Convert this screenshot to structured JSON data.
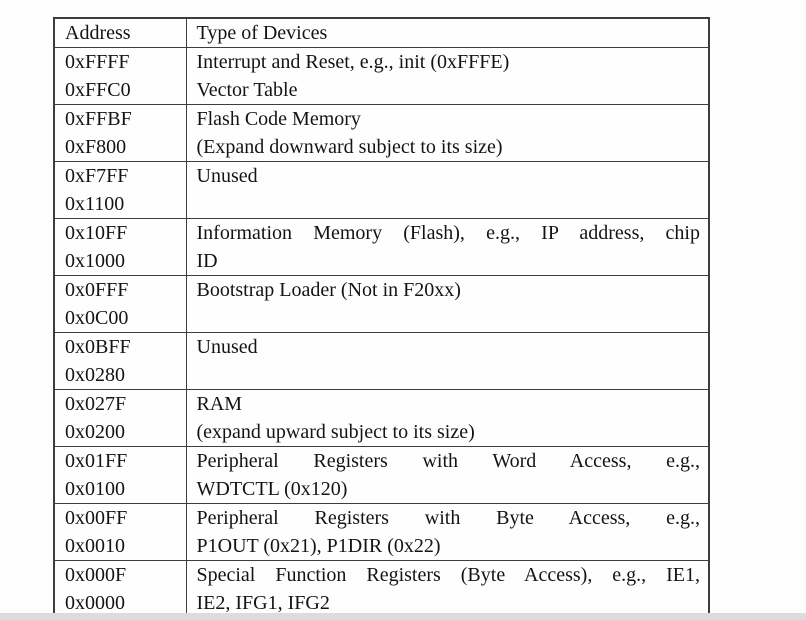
{
  "page": {
    "background_color": "#fefefe",
    "border_color": "#3d3d3d",
    "text_color": "#141414",
    "bottom_strip_color": "#dcdcdc"
  },
  "table": {
    "headers": [
      "Address",
      "Type of Devices"
    ],
    "rows": [
      {
        "address": [
          "0xFFFF",
          "0xFFC0"
        ],
        "device": [
          "Interrupt and Reset, e.g., init (0xFFFE)",
          "Vector Table"
        ],
        "justified": false
      },
      {
        "address": [
          "0xFFBF",
          "0xF800"
        ],
        "device": [
          "Flash Code Memory",
          "(Expand downward subject to its size)"
        ],
        "justified": false
      },
      {
        "address": [
          "0xF7FF",
          "0x1100"
        ],
        "device": [
          "Unused"
        ],
        "justified": false
      },
      {
        "address": [
          "0x10FF",
          "0x1000"
        ],
        "device": [
          "Information Memory (Flash), e.g., IP address, chip",
          "ID"
        ],
        "justified": true
      },
      {
        "address": [
          "0x0FFF",
          "0x0C00"
        ],
        "device": [
          "Bootstrap Loader (Not in F20xx)"
        ],
        "justified": false
      },
      {
        "address": [
          "0x0BFF",
          "0x0280"
        ],
        "device": [
          "Unused"
        ],
        "justified": false
      },
      {
        "address": [
          "0x027F",
          "0x0200"
        ],
        "device": [
          "RAM",
          "(expand upward subject to its size)"
        ],
        "justified": false
      },
      {
        "address": [
          "0x01FF",
          "0x0100"
        ],
        "device": [
          "Peripheral Registers with Word Access, e.g.,",
          "WDTCTL (0x120)"
        ],
        "justified": true
      },
      {
        "address": [
          "0x00FF",
          "0x0010"
        ],
        "device": [
          "Peripheral Registers with Byte Access, e.g.,",
          "P1OUT (0x21), P1DIR (0x22)"
        ],
        "justified": true
      },
      {
        "address": [
          "0x000F",
          "0x0000"
        ],
        "device": [
          "Special Function Registers (Byte Access), e.g., IE1,",
          "IE2, IFG1, IFG2"
        ],
        "justified": true
      }
    ]
  }
}
